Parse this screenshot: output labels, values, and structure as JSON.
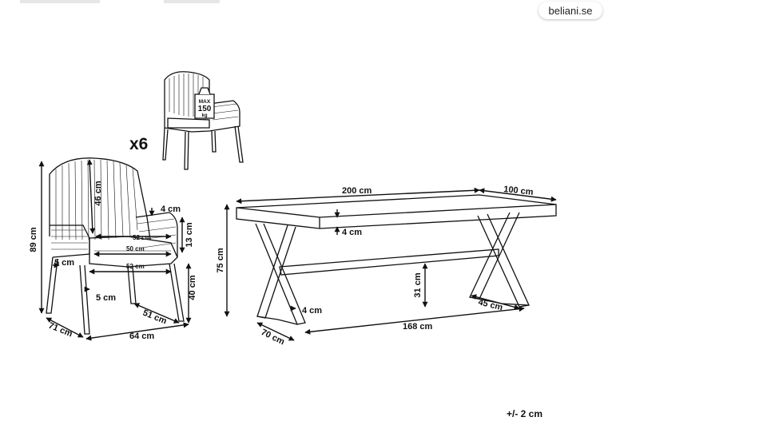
{
  "brand": {
    "site": "beliani.se"
  },
  "tolerance": "+/- 2 cm",
  "small_chair": {
    "quantity": "x6",
    "weight_badge": {
      "max": "MAX",
      "value": "150",
      "unit": "kg"
    }
  },
  "chair_dims": {
    "height": "89 cm",
    "back": "46 cm",
    "arm_thickness": "4 cm",
    "arm_height": "13 cm",
    "seat_inner_top": "52 cm",
    "seat_inner": "50 cm",
    "seat_outer": "52 cm",
    "leg_left": "5 cm",
    "leg_gap": "5 cm",
    "seat_height": "40 cm",
    "seat_depth": "51 cm",
    "depth": "71 cm",
    "width": "64 cm"
  },
  "table_dims": {
    "length": "200 cm",
    "width": "100 cm",
    "top_thickness": "4 cm",
    "height": "75 cm",
    "clearance": "31 cm",
    "leg_thickness": "4 cm",
    "foot_width": "45 cm",
    "leg_span": "168 cm",
    "leg_depth": "70 cm"
  }
}
